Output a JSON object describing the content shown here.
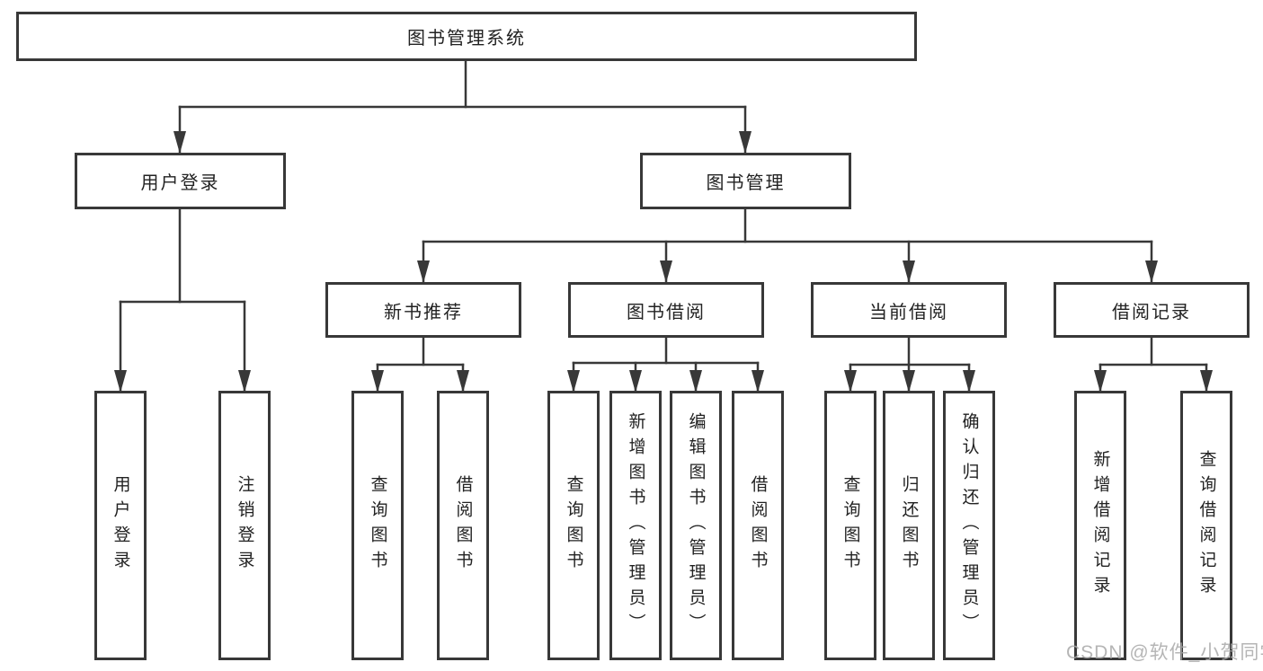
{
  "diagram_type": "functional-structure-tree",
  "root": {
    "label": "图书管理系统"
  },
  "level2": [
    {
      "label": "用户登录"
    },
    {
      "label": "图书管理"
    }
  ],
  "level3": [
    {
      "label": "新书推荐",
      "parent": "图书管理"
    },
    {
      "label": "图书借阅",
      "parent": "图书管理"
    },
    {
      "label": "当前借阅",
      "parent": "图书管理"
    },
    {
      "label": "借阅记录",
      "parent": "图书管理"
    }
  ],
  "leaves": [
    {
      "label": "用户登录",
      "parent": "用户登录"
    },
    {
      "label": "注销登录",
      "parent": "用户登录"
    },
    {
      "label": "查询图书",
      "parent": "新书推荐"
    },
    {
      "label": "借阅图书",
      "parent": "新书推荐"
    },
    {
      "label": "查询图书",
      "parent": "图书借阅"
    },
    {
      "label": "新增图书（管理员）",
      "parent": "图书借阅"
    },
    {
      "label": "编辑图书（管理员）",
      "parent": "图书借阅"
    },
    {
      "label": "借阅图书",
      "parent": "图书借阅"
    },
    {
      "label": "查询图书",
      "parent": "当前借阅"
    },
    {
      "label": "归还图书",
      "parent": "当前借阅"
    },
    {
      "label": "确认归还（管理员）",
      "parent": "当前借阅"
    },
    {
      "label": "新增借阅记录",
      "parent": "借阅记录"
    },
    {
      "label": "查询借阅记录",
      "parent": "借阅记录"
    }
  ],
  "watermark": {
    "text": "CSDN @软件_小贺同学"
  },
  "colors": {
    "line": "#383838",
    "box_border": "#383838",
    "text": "#222222",
    "background": "#ffffff",
    "watermark": "#a9a9a9"
  }
}
